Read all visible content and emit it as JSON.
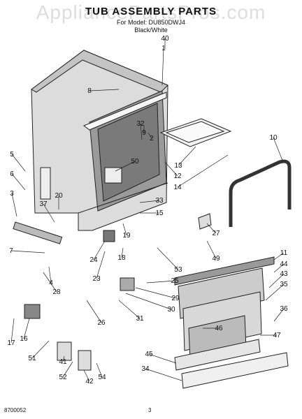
{
  "header": {
    "title": "TUB ASSEMBLY PARTS",
    "model_line": "For Model: DU850DWJ4",
    "color_line": "Black/White"
  },
  "watermark": "AppliancePartsPros.com",
  "footer": {
    "doc_number": "8700052",
    "page": "3"
  },
  "diagram": {
    "callouts": [
      "40",
      "1",
      "8",
      "32",
      "9",
      "2",
      "5",
      "6",
      "3",
      "37",
      "20",
      "50",
      "7",
      "4",
      "28",
      "13",
      "12",
      "14",
      "10",
      "33",
      "15",
      "27",
      "49",
      "19",
      "18",
      "24",
      "23",
      "53",
      "25",
      "29",
      "26",
      "30",
      "31",
      "11",
      "44",
      "43",
      "35",
      "36",
      "46",
      "47",
      "45",
      "34",
      "16",
      "17",
      "51",
      "41",
      "52",
      "42",
      "54"
    ]
  }
}
